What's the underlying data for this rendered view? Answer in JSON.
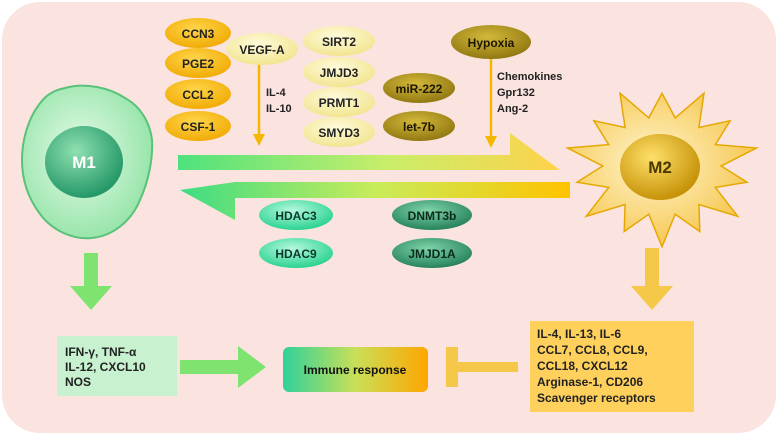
{
  "cells": {
    "m1": "M1",
    "m2": "M2"
  },
  "factors_m1_to_m2": {
    "group_orange": [
      "CCN3",
      "PGE2",
      "CCL2",
      "CSF-1"
    ],
    "vegf": "VEGF-A",
    "vegf_notes": [
      "IL-4",
      "IL-10"
    ],
    "group_pale": [
      "SIRT2",
      "JMJD3",
      "PRMT1",
      "SMYD3"
    ],
    "group_olive": [
      "miR-222",
      "let-7b"
    ],
    "hypoxia": "Hypoxia",
    "hypoxia_notes": [
      "Chemokines",
      "Gpr132",
      "Ang-2"
    ]
  },
  "factors_m2_to_m1": {
    "group_teal_light": [
      "HDAC3",
      "HDAC9"
    ],
    "group_teal_dark": [
      "DNMT3b",
      "JMJD1A"
    ]
  },
  "outputs": {
    "m1": [
      "IFN-γ, TNF-α",
      "IL-12, CXCL10",
      "NOS"
    ],
    "m2": [
      "IL-4, IL-13, IL-6",
      "CCL7, CCL8, CCL9,",
      "CCL18, CXCL12",
      "Arginase-1, CD206",
      "Scavenger receptors"
    ]
  },
  "immune_response": "Immune response",
  "colors": {
    "background": "#fbe3e0",
    "orange_oval": "#f4b400",
    "pale_oval": "#f7eeaa",
    "olive_oval": "#a38a19",
    "teal_light": "#3ee0a8",
    "teal_dark": "#2e9a6c",
    "m1_cell": "#b6efc0",
    "m2_cell": "#f6c84a",
    "arrow_green": "#7ee36f",
    "arrow_orange": "#f6c84a",
    "m1_box": "#c7f1cf",
    "m2_box": "#ffd15c"
  }
}
